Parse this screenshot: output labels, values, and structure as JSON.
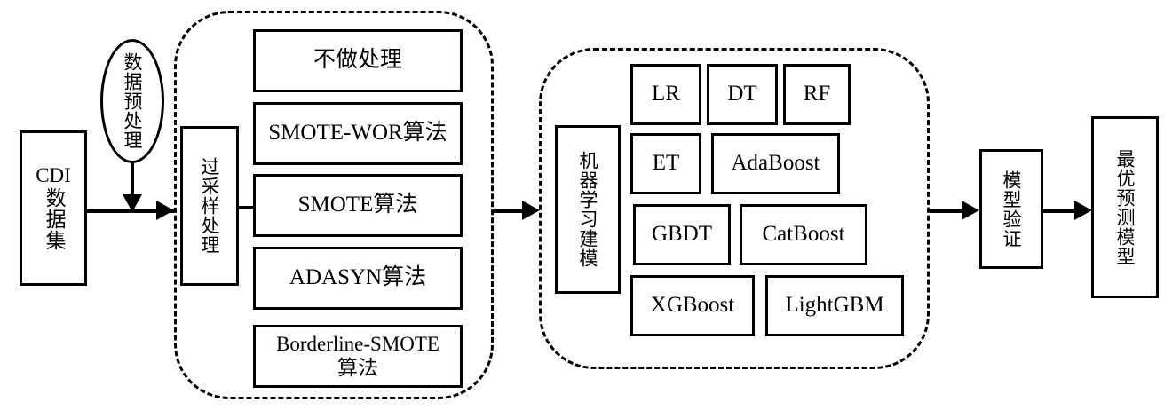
{
  "diagram": {
    "title": "CDI prediction modeling flowchart",
    "colors": {
      "stroke": "#000000",
      "background": "#ffffff"
    }
  },
  "input": {
    "dataset_latin": "CDI",
    "dataset_cjk": "数据集"
  },
  "preprocess": {
    "label": "数据预处理"
  },
  "oversampling": {
    "stage_label": "过采样处理",
    "methods": [
      {
        "label": "不做处理"
      },
      {
        "label": "SMOTE-WOR算法"
      },
      {
        "label": "SMOTE算法"
      },
      {
        "label": "ADASYN算法"
      },
      {
        "label_line1": "Borderline-SMOTE",
        "label_line2": "算法"
      }
    ]
  },
  "modeling": {
    "stage_label": "机器学习建模",
    "models": [
      {
        "label": "LR"
      },
      {
        "label": "DT"
      },
      {
        "label": "RF"
      },
      {
        "label": "ET"
      },
      {
        "label": "AdaBoost"
      },
      {
        "label": "GBDT"
      },
      {
        "label": "CatBoost"
      },
      {
        "label": "XGBoost"
      },
      {
        "label": "LightGBM"
      }
    ]
  },
  "validation": {
    "label": "模型验证"
  },
  "output": {
    "label": "最优预测模型"
  }
}
